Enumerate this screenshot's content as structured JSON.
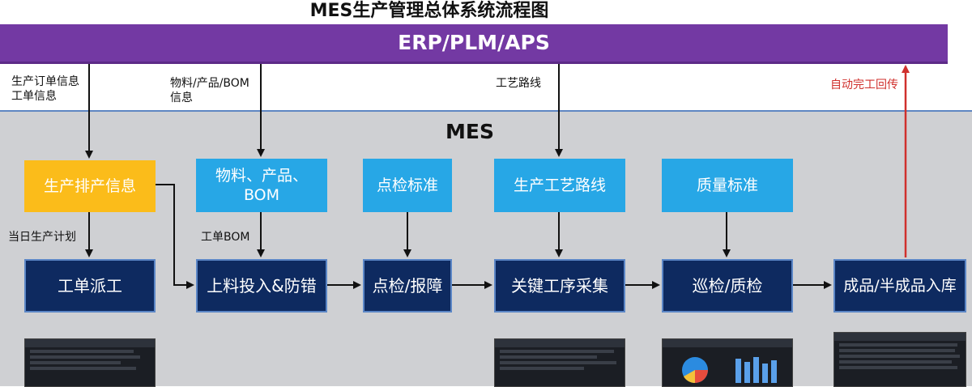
{
  "title": "MES生产管理总体系统流程图",
  "erp_bar": "ERP/PLM/APS",
  "mes_label": "MES",
  "top_labels": {
    "order_info": [
      "生产订单信息",
      "工单信息"
    ],
    "material_info": [
      "物料/产品/BOM",
      "信息"
    ],
    "process_route": "工艺路线",
    "auto_report": "自动完工回传"
  },
  "info_boxes": {
    "schedule": "生产排产信息",
    "material_bom": [
      "物料、产品、",
      "BOM"
    ],
    "inspect_std": "点检标准",
    "process_route": "生产工艺路线",
    "quality_std": "质量标准"
  },
  "mid_labels": {
    "daily_plan": "当日生产计划",
    "work_bom": "工单BOM"
  },
  "process_boxes": {
    "dispatch": "工单派工",
    "feeding": "上料投入&防错",
    "inspection": "点检/报障",
    "key_process": "关键工序采集",
    "patrol_qc": "巡检/质检",
    "warehouse": "成品/半成品入库"
  },
  "colors": {
    "erp_purple": "#7339a3",
    "yellow_box": "#fbbc1a",
    "cyan_box": "#27a7e6",
    "navy_box": "#0e2a60",
    "red_arrow": "#d0302d"
  }
}
